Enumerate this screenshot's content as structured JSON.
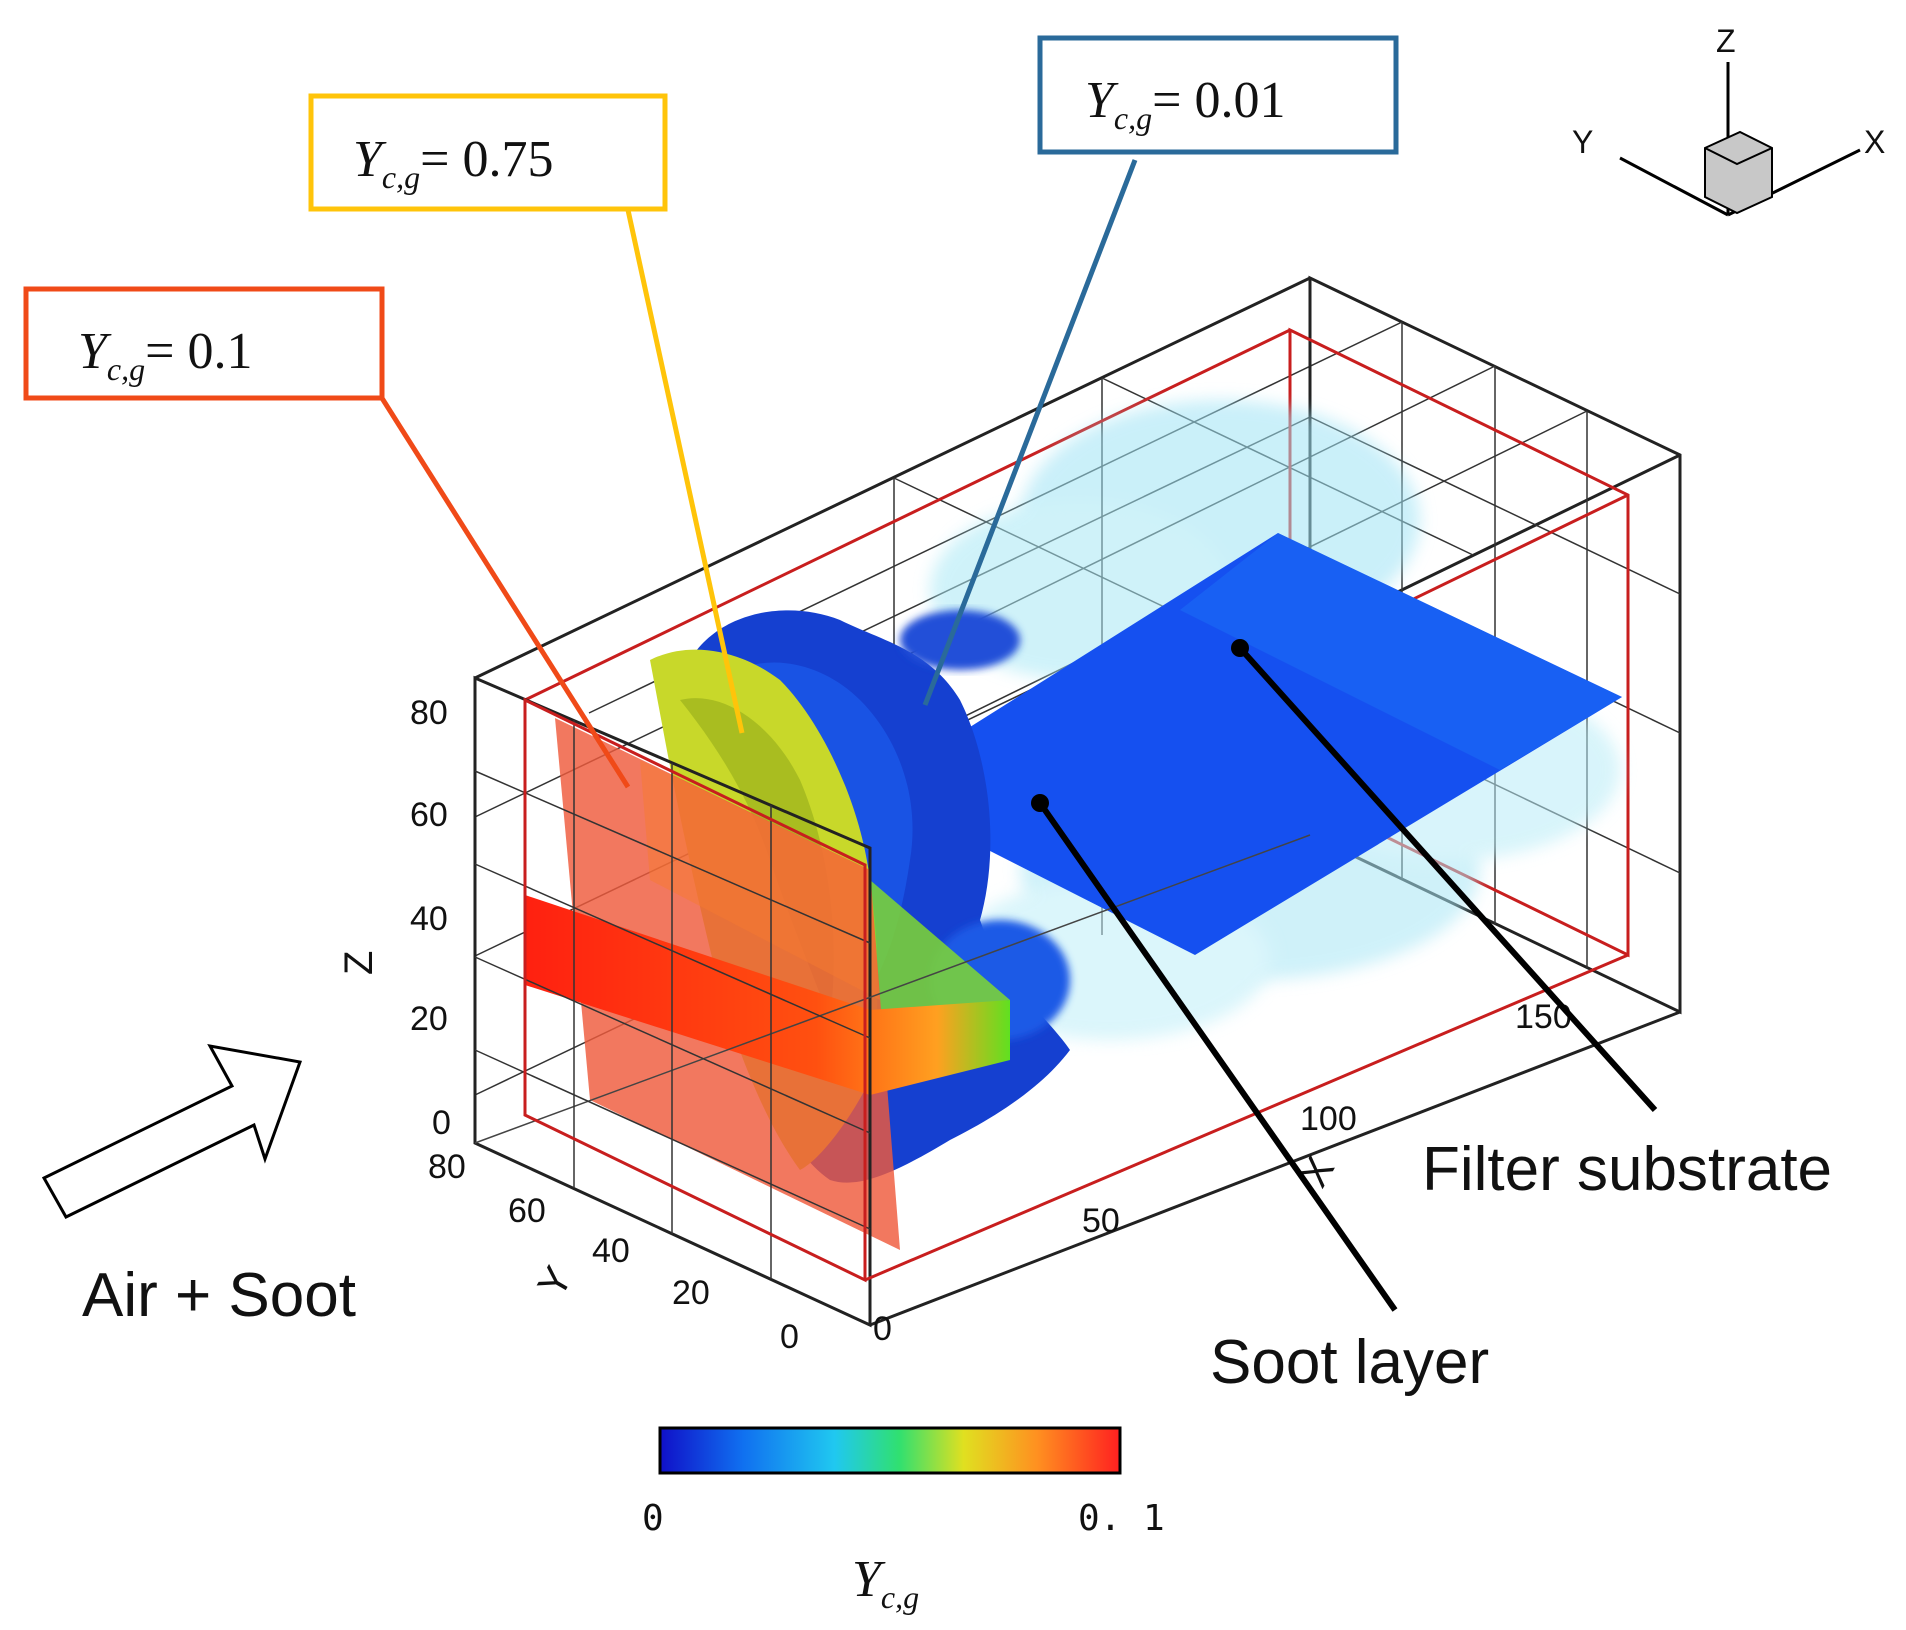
{
  "callouts": {
    "red": {
      "sym": "Y",
      "sub": "c,g",
      "rest": "= 0.1",
      "color": "#f04a18"
    },
    "yellow": {
      "sym": "Y",
      "sub": "c,g",
      "rest": "= 0.75",
      "color": "#ffc40a"
    },
    "blue": {
      "sym": "Y",
      "sub": "c,g",
      "rest": "= 0.01",
      "color": "#2a6a9a"
    }
  },
  "labels": {
    "inflow": "Air + Soot",
    "filter": "Filter substrate",
    "soot": "Soot layer"
  },
  "axes": {
    "z_label": "Z",
    "y_label": "Y",
    "x_label": "X",
    "z_ticks": [
      "80",
      "60",
      "40",
      "20",
      "0"
    ],
    "y_ticks": [
      "80",
      "60",
      "40",
      "20",
      "0"
    ],
    "x_ticks": [
      "0",
      "50",
      "100",
      "150"
    ]
  },
  "triad": {
    "z": "Z",
    "y": "Y",
    "x": "X"
  },
  "colorbar": {
    "min_label": "0",
    "max_label": "0. 1",
    "title_sym": "Y",
    "title_sub": "c,g",
    "stops": [
      "#1010c8",
      "#1070f0",
      "#20c8f0",
      "#30e070",
      "#e0e020",
      "#ff9020",
      "#ff2020"
    ]
  }
}
